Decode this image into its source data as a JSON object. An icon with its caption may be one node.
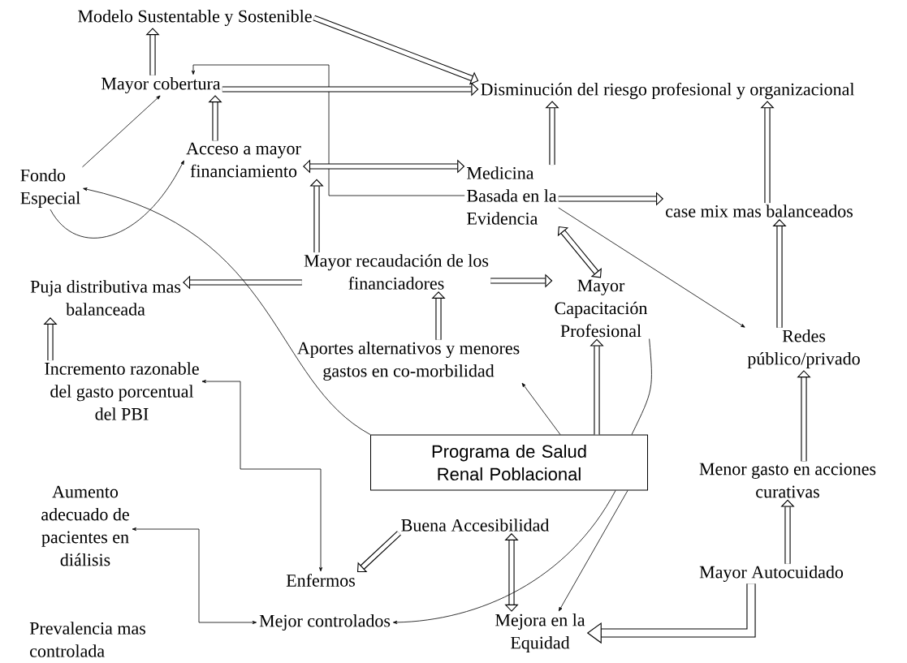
{
  "diagram": {
    "nodes": [
      {
        "text": [
          "Modelo Sustentable y Sostenible"
        ]
      },
      {
        "text": [
          "Mayor cobertura"
        ]
      },
      {
        "text": [
          "Disminución del riesgo profesional y organizacional"
        ]
      },
      {
        "text": [
          "Acceso a mayor financiamiento"
        ]
      },
      {
        "text": [
          "Fondo Especial"
        ]
      },
      {
        "text": [
          "Medicina Basada en la Evidencia"
        ]
      },
      {
        "text": [
          "case mix mas balanceados"
        ]
      },
      {
        "text": [
          "Mayor recaudación de los financiadores"
        ]
      },
      {
        "text": [
          "Puja distributiva mas balanceada"
        ]
      },
      {
        "text": [
          "Mayor Capacitación Profesional"
        ]
      },
      {
        "text": [
          "Redes público/privado"
        ]
      },
      {
        "text": [
          "Aportes alternativos y menores gastos en co-morbilidad"
        ]
      },
      {
        "text": [
          "Incremento razonable del gasto porcentual del PBI"
        ]
      },
      {
        "text": [
          "Programa de Salud Renal Poblacional"
        ]
      },
      {
        "text": [
          "Menor gasto en acciones curativas"
        ]
      },
      {
        "text": [
          "Aumento adecuado de pacientes en diálisis"
        ]
      },
      {
        "text": [
          "Buena Accesibilidad"
        ]
      },
      {
        "text": [
          "Enfermos"
        ]
      },
      {
        "text": [
          "Mayor Autocuidado"
        ]
      },
      {
        "text": [
          "Mejor controlados"
        ]
      },
      {
        "text": [
          "Prevalencia mas controlada"
        ]
      },
      {
        "text": [
          "Mejora en la Equidad"
        ]
      }
    ],
    "edges": [
      {
        "from": 1,
        "to": 0,
        "arrow": "to"
      },
      {
        "from": 5,
        "to": 1,
        "arrow": "to"
      },
      {
        "from": 0,
        "to": 2,
        "arrow": "to"
      },
      {
        "from": 1,
        "to": 2,
        "arrow": "to"
      },
      {
        "from": 4,
        "to": 1,
        "arrow": "to"
      },
      {
        "from": 3,
        "to": 1,
        "arrow": "to"
      },
      {
        "from": 3,
        "to": 5,
        "arrow": "both"
      },
      {
        "from": 5,
        "to": 2,
        "arrow": "to"
      },
      {
        "from": 5,
        "to": 6,
        "arrow": "to"
      },
      {
        "from": 6,
        "to": 2,
        "arrow": "to"
      },
      {
        "from": 7,
        "to": 3,
        "arrow": "to"
      },
      {
        "from": 5,
        "to": 9,
        "arrow": "both"
      },
      {
        "from": 5,
        "to": 10,
        "arrow": "to"
      },
      {
        "from": 10,
        "to": 6,
        "arrow": "to"
      },
      {
        "from": 7,
        "to": 9,
        "arrow": "to"
      },
      {
        "from": 7,
        "to": 8,
        "arrow": "to"
      },
      {
        "from": 11,
        "to": 7,
        "arrow": "to"
      },
      {
        "from": 12,
        "to": 8,
        "arrow": "to"
      },
      {
        "from": 17,
        "to": 12,
        "arrow": "both"
      },
      {
        "from": 13,
        "to": 4,
        "arrow": "to"
      },
      {
        "from": 4,
        "to": 3,
        "arrow": "to"
      },
      {
        "from": 13,
        "to": 11,
        "arrow": "to"
      },
      {
        "from": 13,
        "to": 9,
        "arrow": "none"
      },
      {
        "from": 13,
        "to": 9,
        "arrow": "to"
      },
      {
        "from": 14,
        "to": 10,
        "arrow": "to"
      },
      {
        "from": 18,
        "to": 14,
        "arrow": "to"
      },
      {
        "from": 16,
        "to": 17,
        "arrow": "to"
      },
      {
        "from": 16,
        "to": 21,
        "arrow": "both"
      },
      {
        "from": 15,
        "to": 19,
        "arrow": "both"
      },
      {
        "from": 13,
        "to": 19,
        "arrow": "to"
      },
      {
        "from": 13,
        "to": 21,
        "arrow": "to"
      },
      {
        "from": 18,
        "to": 21,
        "arrow": "to"
      }
    ]
  }
}
